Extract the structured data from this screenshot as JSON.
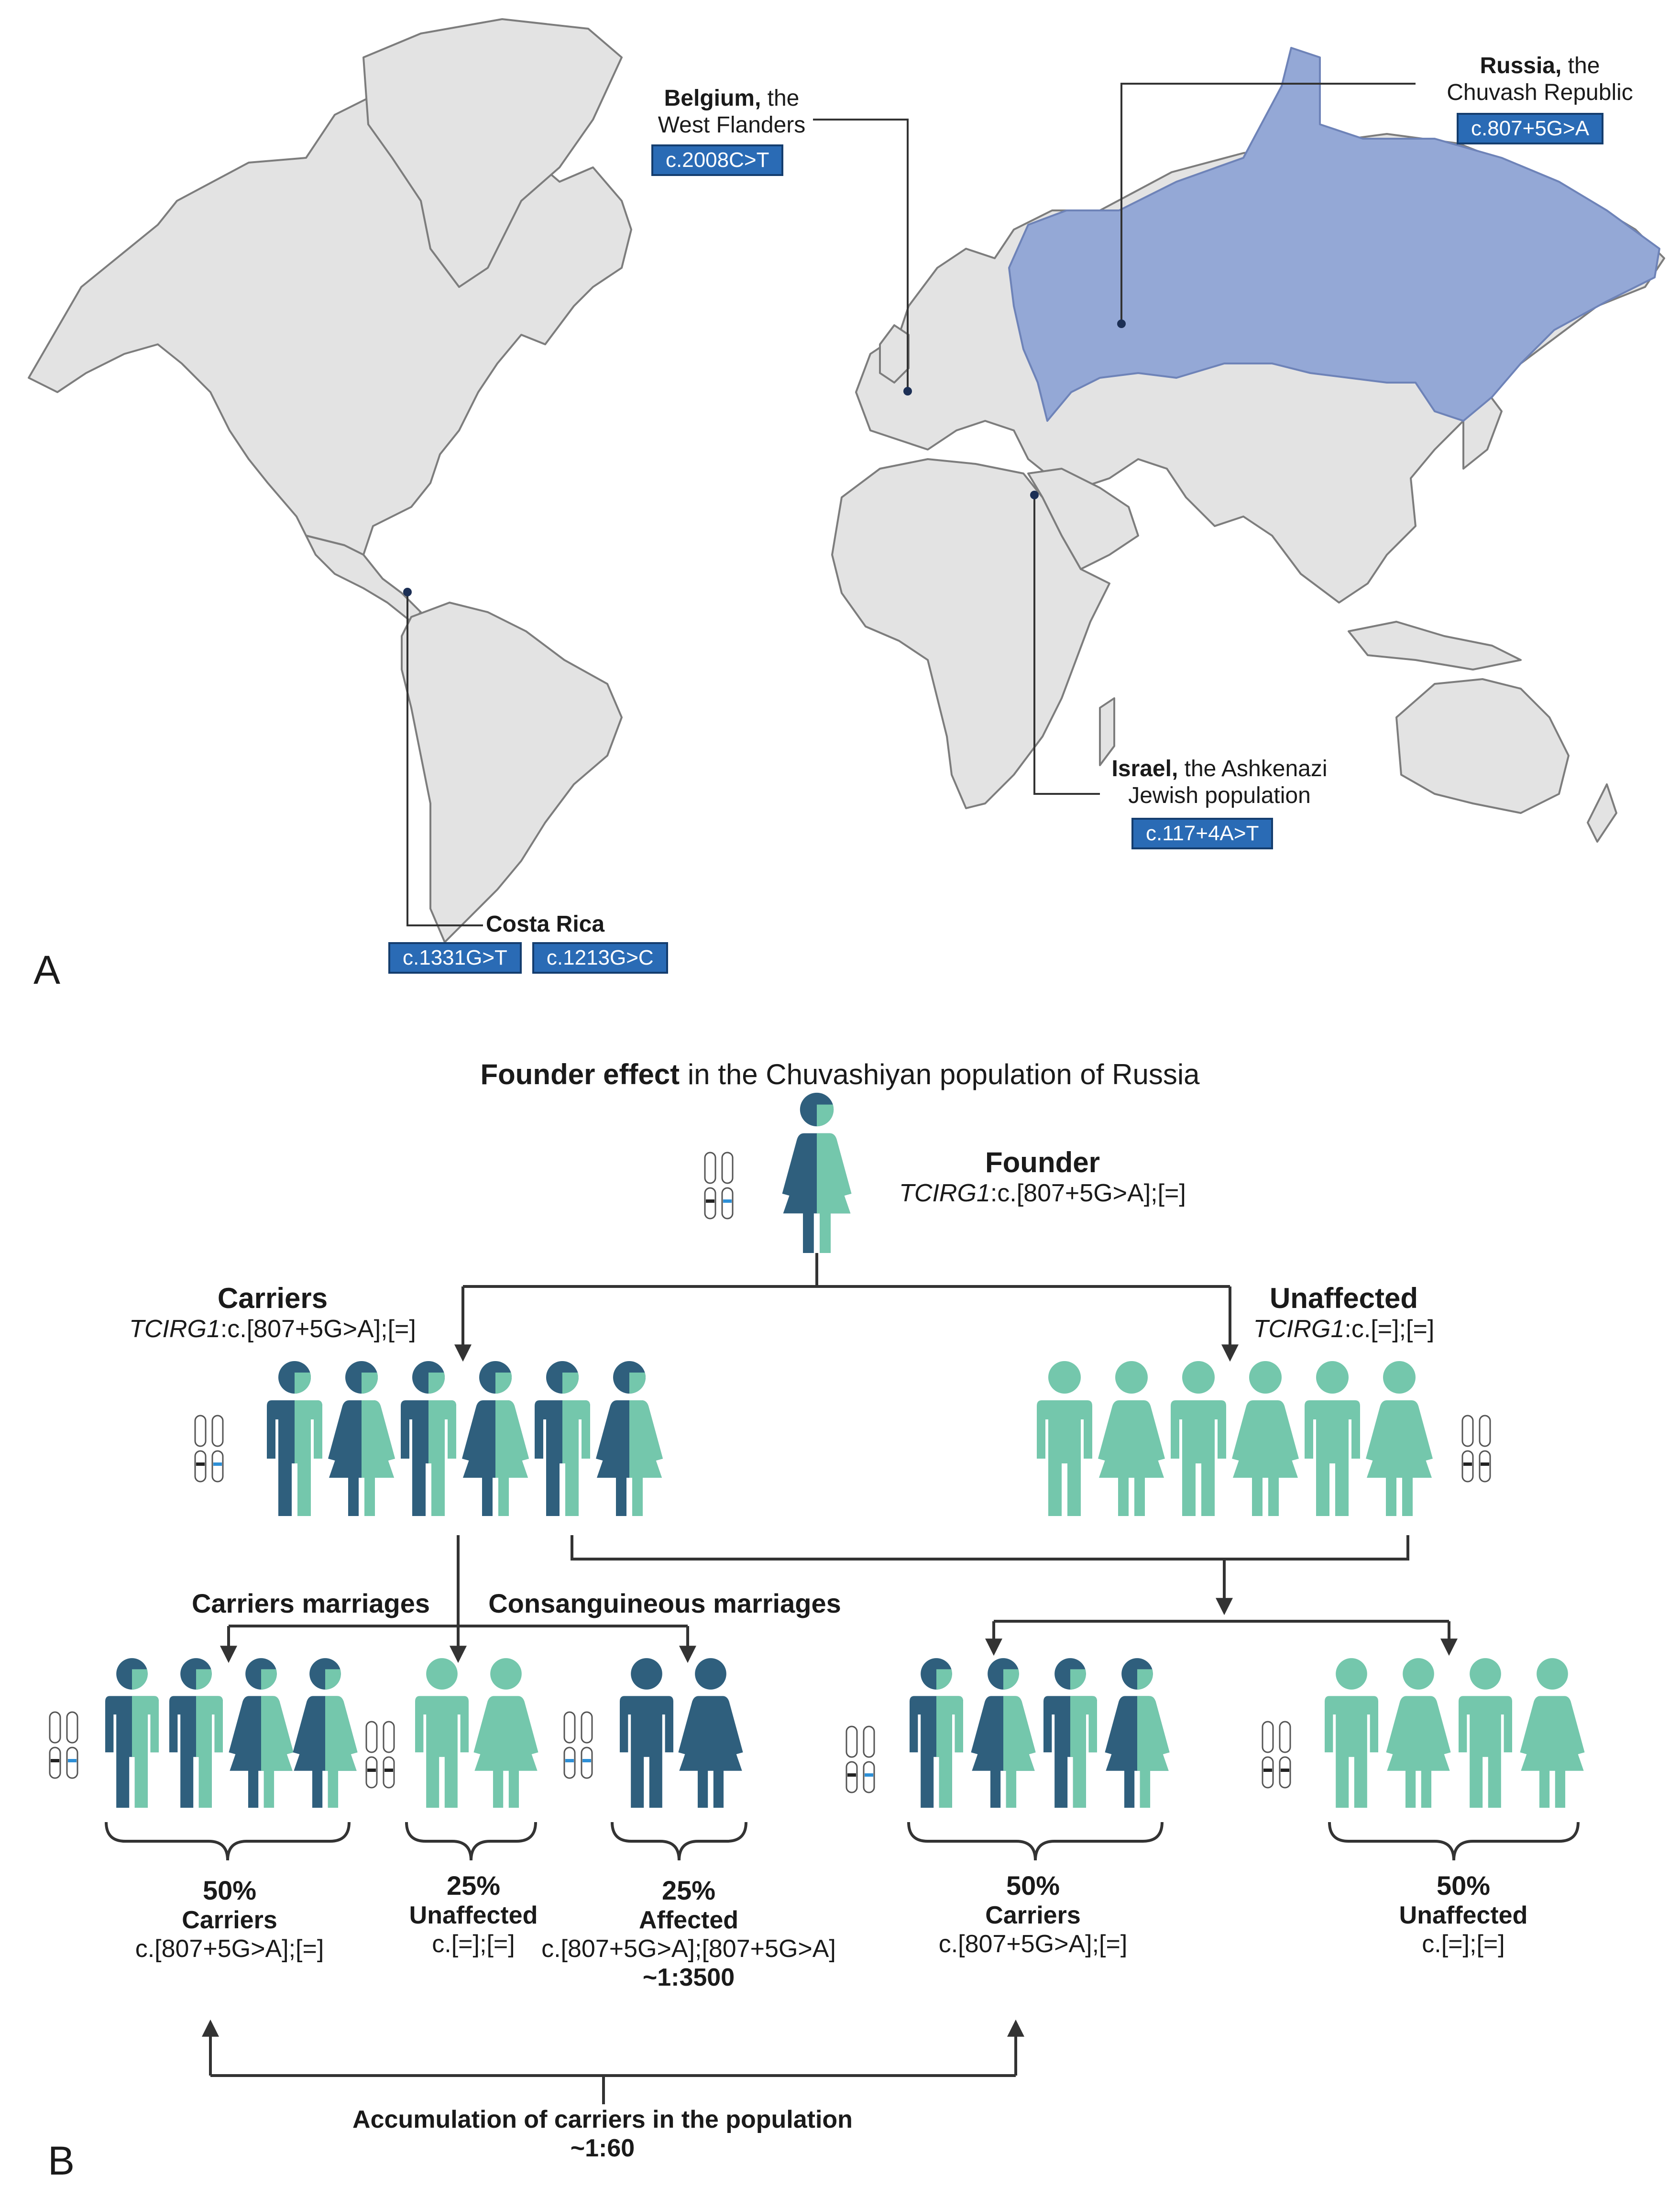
{
  "panel_a": {
    "label": "A",
    "callouts": {
      "belgium": {
        "bold": "Belgium,",
        "rest": " the",
        "line2": "West Flanders",
        "variants": [
          "c.2008C>T"
        ]
      },
      "russia": {
        "bold": "Russia,",
        "rest": " the",
        "line2": "Chuvash Republic",
        "variants": [
          "c.807+5G>A"
        ]
      },
      "israel": {
        "bold": "Israel,",
        "rest": " the Ashkenazi",
        "line2": "Jewish population",
        "variants": [
          "c.117+4A>T"
        ]
      },
      "costa_rica": {
        "bold": "Costa Rica",
        "variants": [
          "c.1331G>T",
          "c.1213G>C"
        ]
      }
    },
    "colors": {
      "land": "#e3e3e3",
      "border": "#7d7d7d",
      "highlight": "#94a8d6",
      "tag": "#2a6bb5"
    }
  },
  "panel_b": {
    "label": "B",
    "title_bold": "Founder effect",
    "title_rest": " in the Chuvashiyan population of Russia",
    "founder": {
      "label": "Founder",
      "gene": "TCIRG1",
      "genotype": ":c.[807+5G>A];[=]"
    },
    "carriers": {
      "label": "Carriers",
      "gene": "TCIRG1",
      "genotype": ":c.[807+5G>A];[=]"
    },
    "unaffected": {
      "label": "Unaffected",
      "gene": "TCIRG1",
      "genotype": ":c.[=];[=]"
    },
    "carriers_marriages": "Carriers marriages",
    "consanguineous_marriages": "Consanguineous marriages",
    "outcomes": [
      {
        "percent": "50%",
        "label": "Carriers",
        "genotype": "c.[807+5G>A];[=]",
        "extra": ""
      },
      {
        "percent": "25%",
        "label": "Unaffected",
        "genotype": "c.[=];[=]",
        "extra": ""
      },
      {
        "percent": "25%",
        "label": "Affected",
        "genotype": "c.[807+5G>A];[807+5G>A]",
        "extra": "~1:3500"
      },
      {
        "percent": "50%",
        "label": "Carriers",
        "genotype": "c.[807+5G>A];[=]",
        "extra": ""
      },
      {
        "percent": "50%",
        "label": "Unaffected",
        "genotype": "c.[=];[=]",
        "extra": ""
      }
    ],
    "accumulation": {
      "label": "Accumulation of carriers in the population",
      "ratio": "~1:60"
    },
    "colors": {
      "dark": "#2f5f7d",
      "light": "#74c7ac",
      "allele": "#2d8fd6"
    }
  }
}
